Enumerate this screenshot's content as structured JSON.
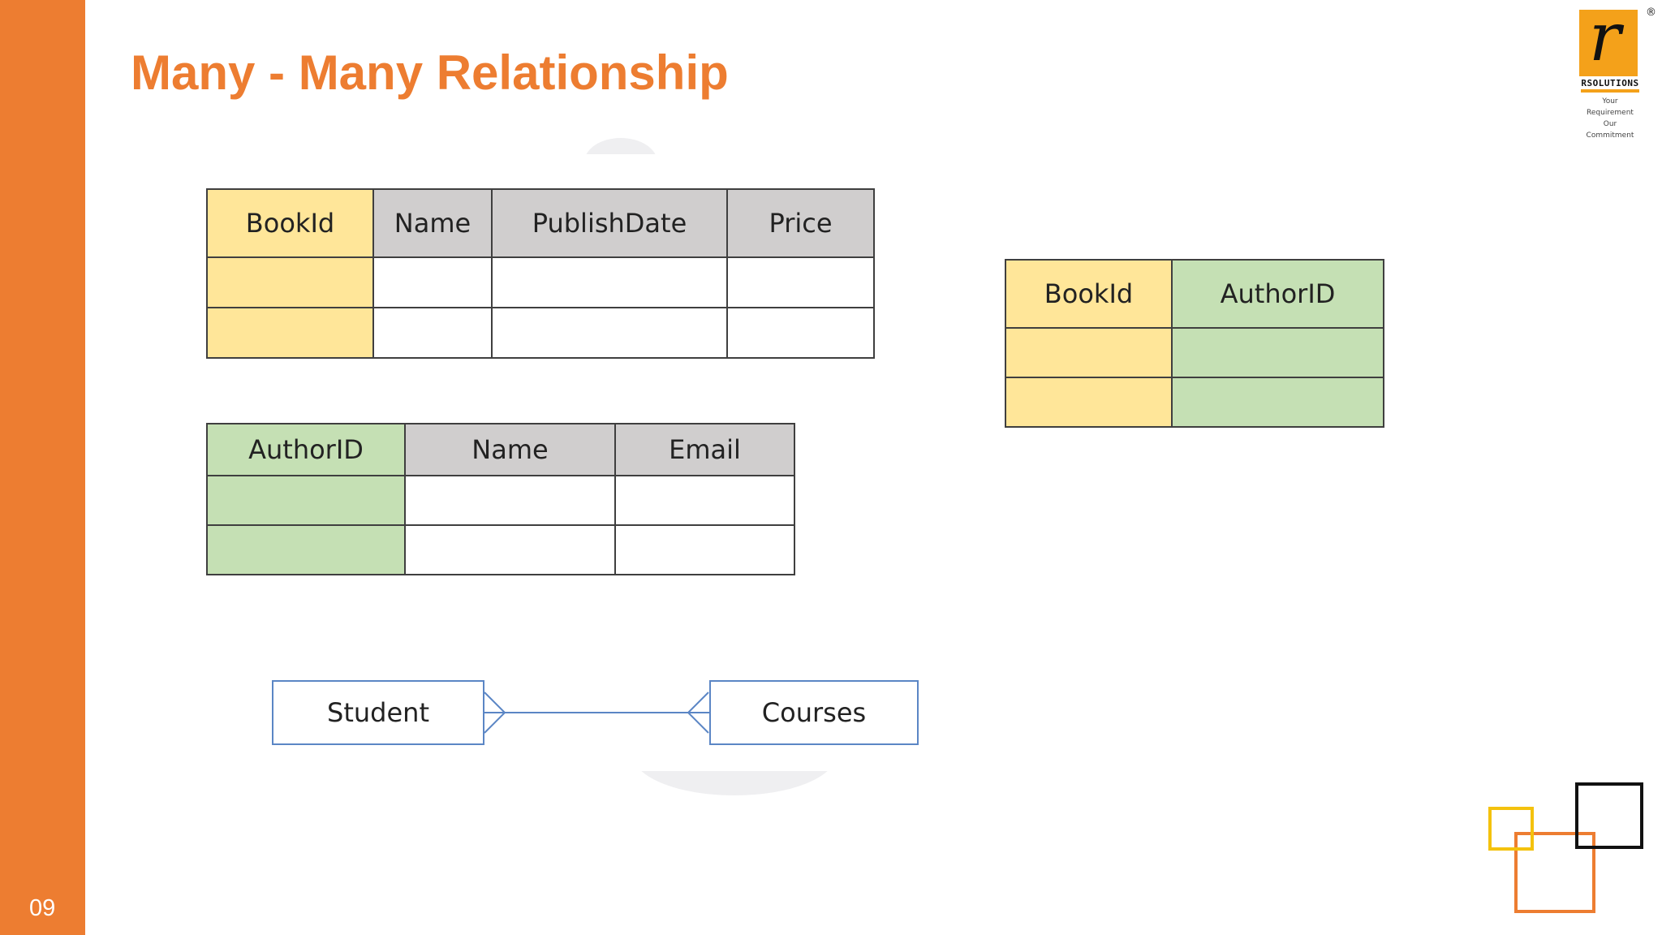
{
  "slide": {
    "title": "Many - Many Relationship",
    "page_number": "09"
  },
  "logo": {
    "mark": "r",
    "registered": "®",
    "name": "RSOLUTIONS",
    "tagline_1": "Your Requirement",
    "tagline_2": "Our Commitment"
  },
  "tables": {
    "books": {
      "headers": [
        "BookId",
        "Name",
        "PublishDate",
        "Price"
      ]
    },
    "authors": {
      "headers": [
        "AuthorID",
        "Name",
        "Email"
      ]
    },
    "book_authors": {
      "headers": [
        "BookId",
        "AuthorID"
      ]
    }
  },
  "er_diagram": {
    "left_entity": "Student",
    "right_entity": "Courses",
    "relationship": "many-to-many",
    "line_color": "#5B86C5"
  },
  "colors": {
    "accent": "#ED7D31",
    "key_yellow": "#FFE699",
    "key_green": "#C5E0B4",
    "header_gray": "#D0CECE"
  }
}
